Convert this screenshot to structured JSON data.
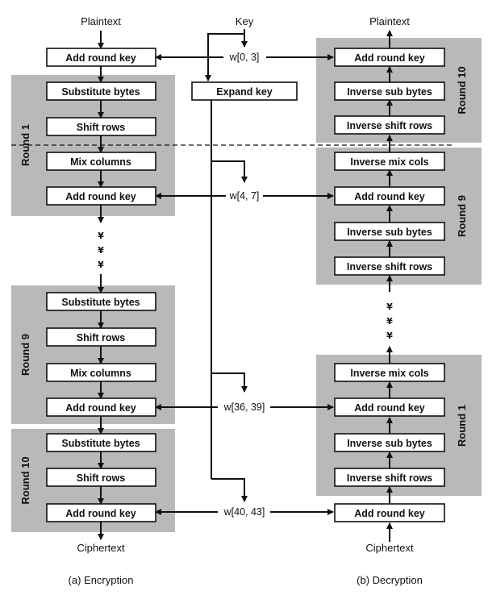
{
  "encryption": {
    "input": "Plaintext",
    "output": "Ciphertext",
    "caption": "(a) Encryption",
    "initial": "Add round key",
    "round1": {
      "label": "Round 1",
      "steps": [
        "Substitute bytes",
        "Shift rows",
        "Mix columns",
        "Add round key"
      ]
    },
    "round9": {
      "label": "Round 9",
      "steps": [
        "Substitute bytes",
        "Shift rows",
        "Mix columns",
        "Add round key"
      ]
    },
    "round10": {
      "label": "Round 10",
      "steps": [
        "Substitute bytes",
        "Shift rows",
        "Add round key"
      ]
    },
    "dots": [
      "¥",
      "¥",
      "¥"
    ]
  },
  "key": {
    "label": "Key",
    "expand": "Expand key",
    "words": [
      "w[0, 3]",
      "w[4, 7]",
      "w[36, 39]",
      "w[40, 43]"
    ]
  },
  "decryption": {
    "input": "Ciphertext",
    "output": "Plaintext",
    "caption": "(b) Decryption",
    "initial": "Add round key",
    "round1": {
      "label": "Round 1",
      "steps": [
        "Inverse mix cols",
        "Add round key",
        "Inverse sub bytes",
        "Inverse shift rows"
      ]
    },
    "round9": {
      "label": "Round 9",
      "steps": [
        "Inverse mix cols",
        "Add round key",
        "Inverse sub bytes",
        "Inverse shift rows"
      ]
    },
    "round10": {
      "label": "Round 10",
      "steps": [
        "Add round key",
        "Inverse sub bytes",
        "Inverse shift rows"
      ]
    },
    "dots": [
      "¥",
      "¥",
      "¥"
    ]
  },
  "colors": {
    "panel": "#b9b9b9",
    "line": "#111111",
    "box": "#ffffff"
  }
}
